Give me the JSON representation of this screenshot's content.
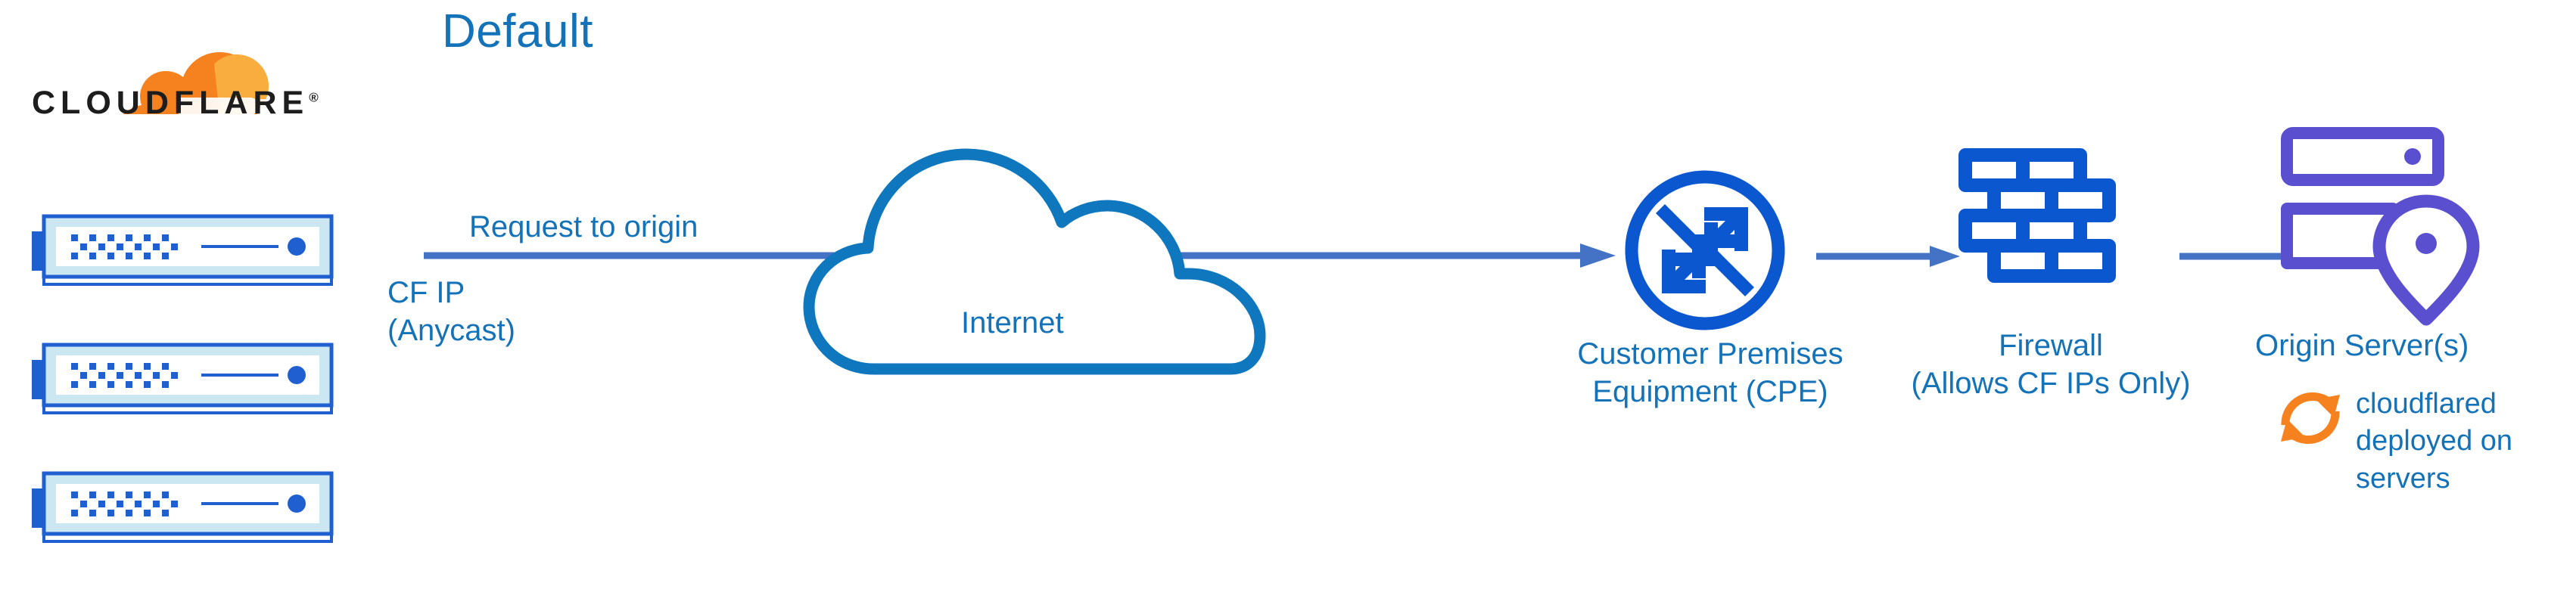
{
  "diagram": {
    "title": "Default",
    "type": "network-architecture",
    "brand": {
      "wordmark": "CLOUDFLARE",
      "registered_mark": "®"
    },
    "colors": {
      "title_blue": "#1473b8",
      "label_blue": "#1473b8",
      "icon_blue": "#0b57d0",
      "arrow_blue": "#4472c4",
      "origin_purple": "#5a4fcf",
      "cloudflare_orange": "#f6821f",
      "cloudflare_orange_light": "#faad3f",
      "server_frame_blue": "#1f5fd0",
      "server_band_cyan": "#cbe7f2",
      "wordmark_black": "#1d1d1d",
      "background": "#ffffff"
    },
    "nodes": [
      {
        "id": "cloudflare-edge",
        "label": "CLOUDFLARE",
        "icon": "server-rack",
        "count": 3
      },
      {
        "id": "internet",
        "label": "Internet",
        "icon": "cloud-outline"
      },
      {
        "id": "cpe",
        "label_line1": "Customer Premises",
        "label_line2": "Equipment (CPE)",
        "icon": "router-four-arrows-circle"
      },
      {
        "id": "firewall",
        "label_line1": "Firewall",
        "label_line2": "(Allows CF IPs Only)",
        "icon": "brick-wall"
      },
      {
        "id": "origin",
        "label": "Origin Server(s)",
        "icon": "server-stack-with-location-pin"
      }
    ],
    "labels": {
      "request_to_origin": "Request to origin",
      "cf_ip_line1": "CF IP",
      "cf_ip_line2": "(Anycast)",
      "internet": "Internet",
      "cpe_line1": "Customer Premises",
      "cpe_line2": "Equipment (CPE)",
      "firewall_line1": "Firewall",
      "firewall_line2": "(Allows CF IPs Only)",
      "origin_server": "Origin Server(s)",
      "cloudflared": "cloudflared deployed on servers"
    },
    "edges": [
      {
        "from": "cloudflare-edge",
        "to": "cpe",
        "label": "Request to origin",
        "style": "solid-arrow",
        "passes_through": "internet"
      },
      {
        "from": "cpe",
        "to": "firewall",
        "style": "solid-arrow"
      },
      {
        "from": "firewall",
        "to": "origin",
        "style": "solid-arrow"
      }
    ],
    "icon_names": {
      "cloudflare_cloud": "cloudflare-cloud-icon",
      "server_rack": "server-rack-icon",
      "internet_cloud": "internet-cloud-icon",
      "cpe_router": "router-icon",
      "firewall": "brick-wall-icon",
      "origin_server": "origin-server-icon",
      "cloudflared": "refresh-cycle-icon"
    }
  }
}
